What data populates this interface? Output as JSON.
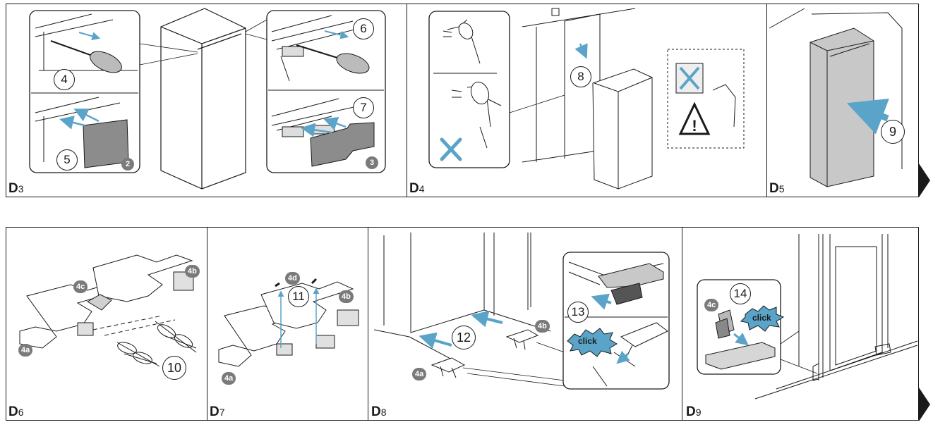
{
  "panels": {
    "d3": {
      "letter": "D",
      "num": "3"
    },
    "d4": {
      "letter": "D",
      "num": "4"
    },
    "d5": {
      "letter": "D",
      "num": "5"
    },
    "d6": {
      "letter": "D",
      "num": "6"
    },
    "d7": {
      "letter": "D",
      "num": "7"
    },
    "d8": {
      "letter": "D",
      "num": "8"
    },
    "d9": {
      "letter": "D",
      "num": "9"
    }
  },
  "steps": {
    "s4": "4",
    "s5": "5",
    "s6": "6",
    "s7": "7",
    "s8": "8",
    "s9": "9",
    "s10": "10",
    "s11": "11",
    "s12": "12",
    "s13": "13",
    "s14": "14"
  },
  "parts": {
    "p2": "2",
    "p3": "3",
    "p4a": "4a",
    "p4b": "4b",
    "p4c": "4c",
    "p4d": "4d"
  },
  "callouts": {
    "click": "click"
  },
  "colors": {
    "arrow": "#5ba4c9",
    "badge": "#7a7a7a",
    "cross": "#5ba4c9",
    "line": "#1a1a1a",
    "panelFill": "#c8c8c8"
  }
}
